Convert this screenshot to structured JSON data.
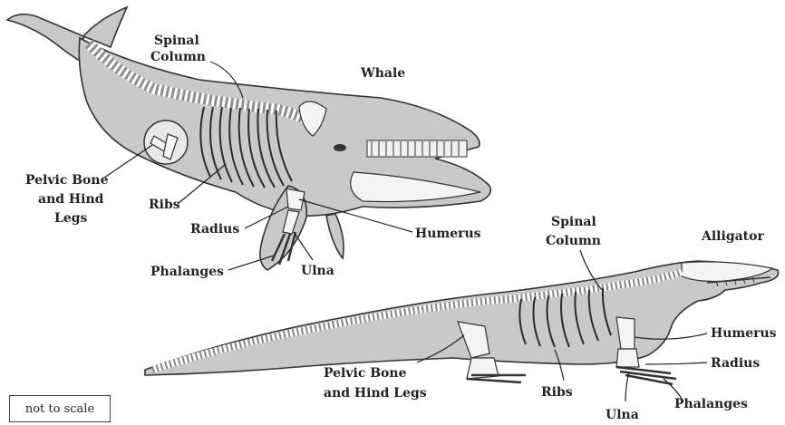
{
  "whale": {
    "title": "Whale",
    "labels": {
      "spinal_column": [
        "Spinal",
        "Column"
      ],
      "pelvic": [
        "Pelvic Bone",
        "and Hind",
        "Legs"
      ],
      "ribs": "Ribs",
      "radius": "Radius",
      "humerus": "Humerus",
      "phalanges": "Phalanges",
      "ulna": "Ulna"
    }
  },
  "alligator": {
    "title": "Alligator",
    "labels": {
      "spinal_column": [
        "Spinal",
        "Column"
      ],
      "humerus": "Humerus",
      "radius": "Radius",
      "pelvic": [
        "Pelvic Bone",
        "and Hind Legs"
      ],
      "ribs": "Ribs",
      "ulna": "Ulna",
      "phalanges": "Phalanges"
    }
  },
  "scale_note": "not to scale"
}
